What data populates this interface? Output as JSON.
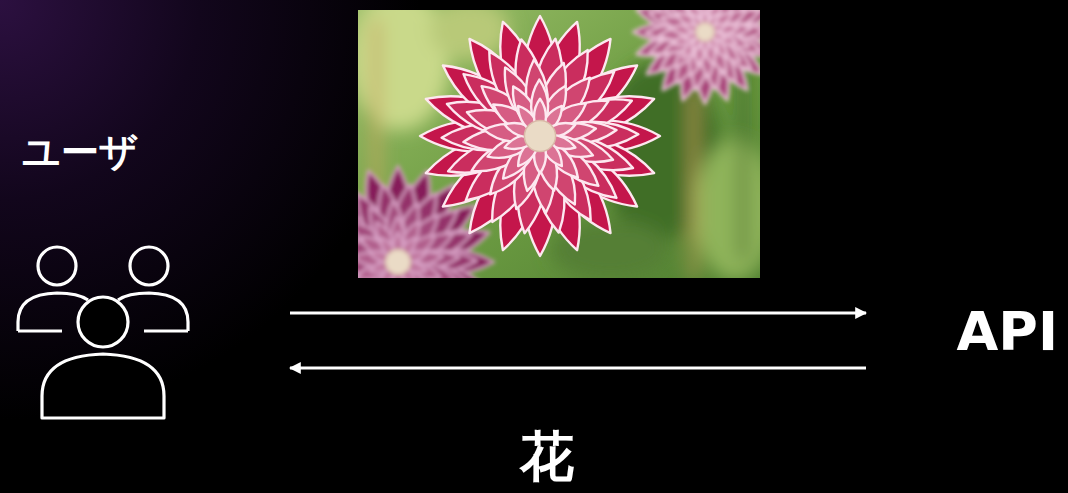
{
  "diagram": {
    "nodes": [
      {
        "text": [
          "ユーザ"
        ]
      },
      {
        "text": [
          "API"
        ]
      }
    ],
    "edges": [
      {
        "from": 0,
        "to": 1,
        "arrow": "to"
      },
      {
        "from": 1,
        "to": 0,
        "label": "花",
        "arrow": "to"
      }
    ]
  }
}
